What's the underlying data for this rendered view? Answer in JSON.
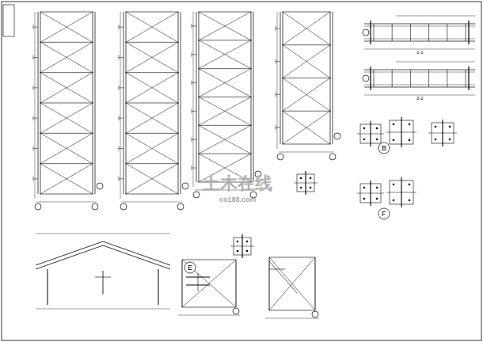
{
  "diagram": {
    "labels": [
      "B",
      "F",
      "E",
      "1-1",
      "2-2",
      "土木在线",
      "co188.com"
    ]
  }
}
